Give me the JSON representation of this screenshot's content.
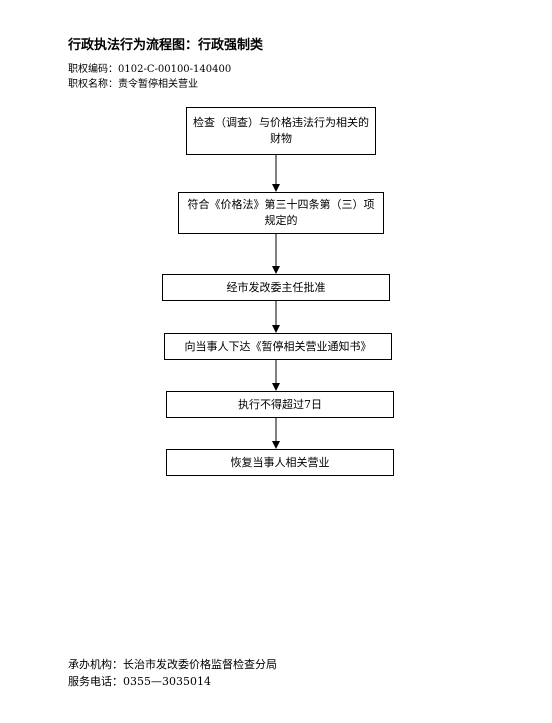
{
  "header": {
    "title": "行政执法行为流程图：行政强制类",
    "code_label": "职权编码：",
    "code_value": "0102-C-00100-140400",
    "name_label": "职权名称：",
    "name_value": "责令暂停相关营业"
  },
  "flow": {
    "steps": [
      "检查（调查）与价格违法行为相关的财物",
      "符合《价格法》第三十四条第（三）项规定的",
      "经市发改委主任批准",
      "向当事人下达《暂停相关营业通知书》",
      "执行不得超过7日",
      "恢复当事人相关营业"
    ]
  },
  "footer": {
    "agency_label": "承办机构：",
    "agency_value": "长治市发改委价格监督检查分局",
    "phone_label": "服务电话：",
    "phone_value": "0355—3035014"
  }
}
